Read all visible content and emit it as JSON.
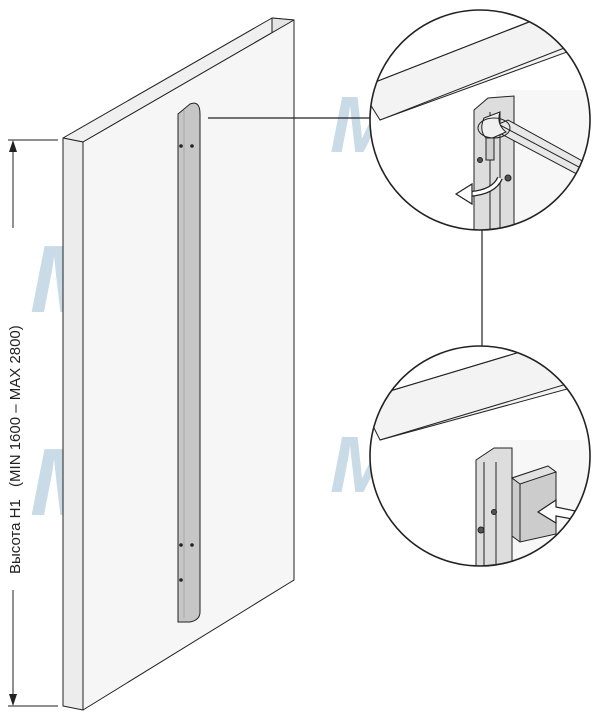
{
  "watermark": "MДM",
  "dimension": {
    "label": "Высота H1",
    "range": "(MIN 1600 – MAX 2800)"
  },
  "colors": {
    "line": "#222222",
    "panel_front": "#f4f4f4",
    "panel_edge": "#e6e6e6",
    "profile": "#c8c8c8",
    "watermark": "#c9dbe7"
  },
  "details": [
    {
      "name": "detail-top",
      "icon": "hex-key-rotate-icon"
    },
    {
      "name": "detail-bottom",
      "icon": "cap-insert-arrow-icon"
    }
  ]
}
